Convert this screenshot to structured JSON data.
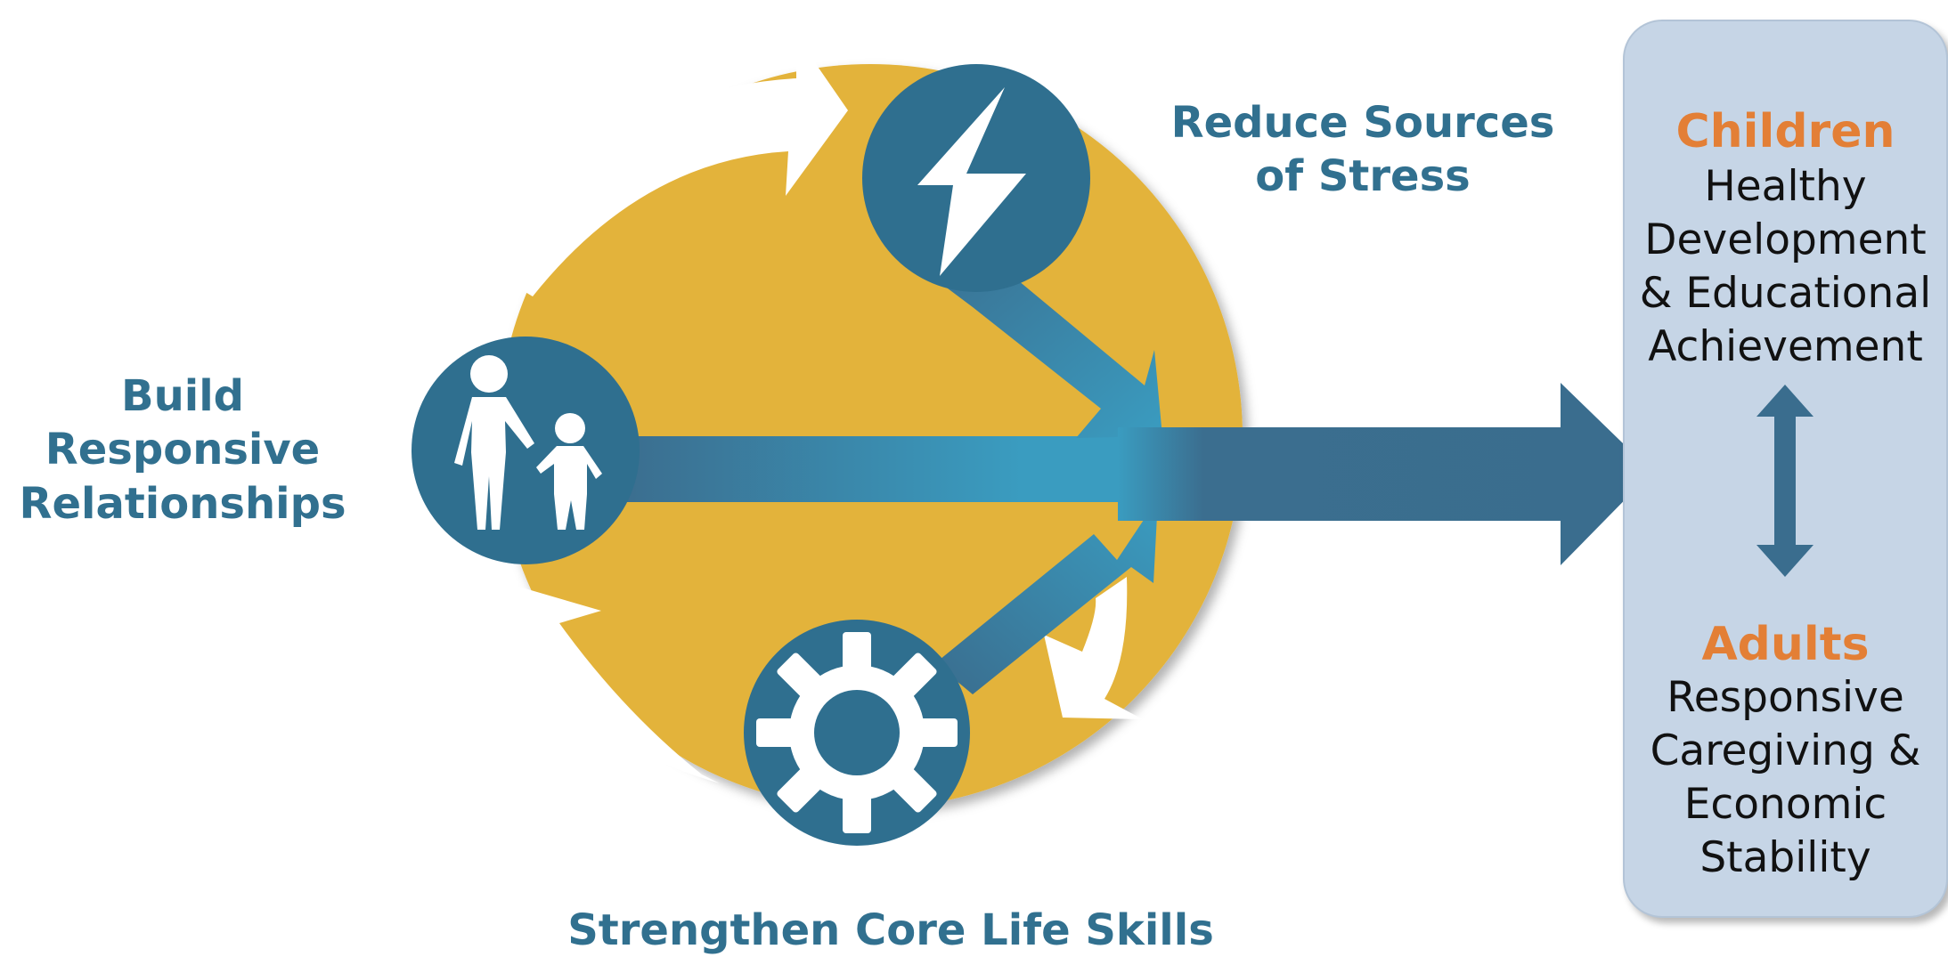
{
  "labels": {
    "build_relationships": [
      "Build",
      "Responsive",
      "Relationships"
    ],
    "reduce_stress": [
      "Reduce Sources",
      "of Stress"
    ],
    "strengthen_skills": "Strengthen Core Life Skills"
  },
  "outcomes": {
    "children": {
      "heading": "Children",
      "lines": [
        "Healthy",
        "Development",
        "& Educational",
        "Achievement"
      ]
    },
    "adults": {
      "heading": "Adults",
      "lines": [
        "Responsive",
        "Caregiving &",
        "Economic",
        "Stability"
      ]
    }
  },
  "icons": {
    "relationships": "parent-child-icon",
    "stress": "lightning-bolt-icon",
    "skills": "gear-icon",
    "link": "bidirectional-arrow-icon"
  },
  "colors": {
    "circle": "#e3b33a",
    "icon_badge": "#2f6f8f",
    "arrow": "#3a6e8e",
    "arrow_highlight": "#3a9cc0",
    "label_text": "#31708f",
    "panel": "#c6d5e6",
    "heading_accent": "#e37f36"
  }
}
